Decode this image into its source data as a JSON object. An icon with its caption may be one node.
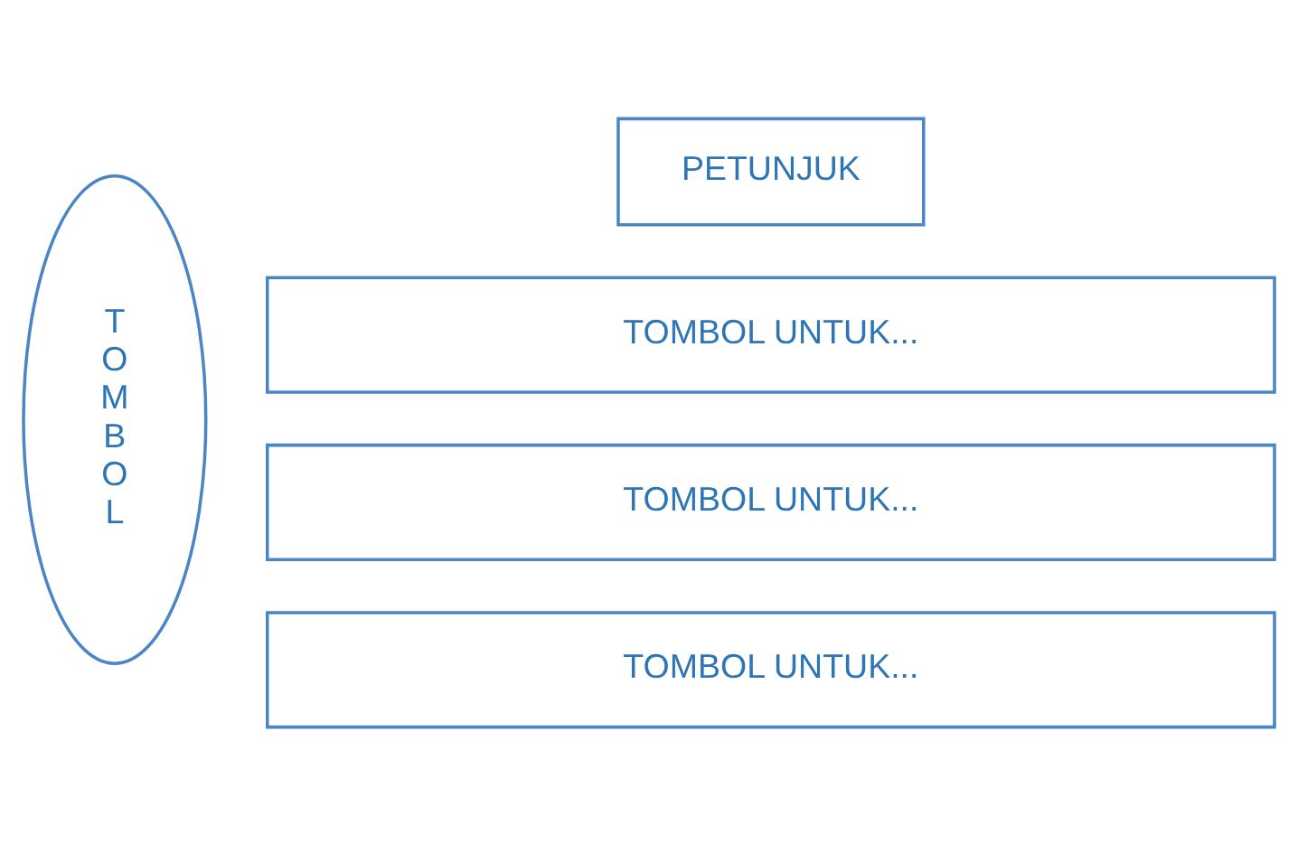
{
  "diagram": {
    "nodes": [
      {
        "text": [
          "PETUNJUK"
        ]
      },
      {
        "text": [
          "TOMBOL"
        ]
      },
      {
        "text": [
          "TOMBOL UNTUK..."
        ]
      },
      {
        "text": [
          "TOMBOL UNTUK..."
        ]
      },
      {
        "text": [
          "TOMBOL UNTUK..."
        ]
      }
    ],
    "edges": []
  }
}
